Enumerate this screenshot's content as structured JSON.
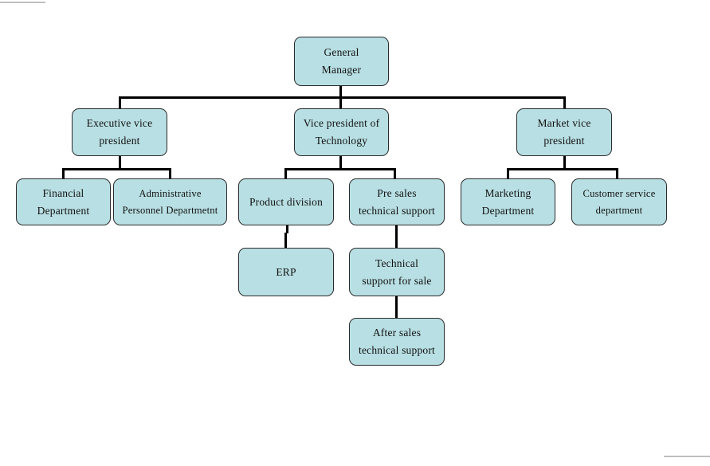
{
  "document": {
    "title": "Organizational structure chart",
    "background_color": "#ffffff",
    "node_fill_color": "#b8dfe3",
    "node_border_color": "#2b2b2b",
    "connector_color": "#000000",
    "text_color": "#111111"
  },
  "chart_data": {
    "type": "diagram",
    "diagram_type": "organization-chart",
    "orientation": "top-down",
    "title": "",
    "levels": 5,
    "node_count": 13,
    "nodes": [
      {
        "id": "general-manager",
        "lines": [
          "General",
          "Manager"
        ],
        "level": 0,
        "parent": null
      },
      {
        "id": "executive-vice-president",
        "lines": [
          "Executive vice",
          "president"
        ],
        "level": 1,
        "parent": "general-manager"
      },
      {
        "id": "vice-president-technology",
        "lines": [
          "Vice president of",
          "Technology"
        ],
        "level": 1,
        "parent": "general-manager"
      },
      {
        "id": "market-vice-president",
        "lines": [
          "Market vice",
          "president"
        ],
        "level": 1,
        "parent": "general-manager"
      },
      {
        "id": "financial-department",
        "lines": [
          "Financial",
          "Department"
        ],
        "level": 2,
        "parent": "executive-vice-president"
      },
      {
        "id": "administrative-personnel-department",
        "lines": [
          "Administrative",
          "Personnel Departmetnt"
        ],
        "level": 2,
        "parent": "executive-vice-president"
      },
      {
        "id": "product-division",
        "lines": [
          "Product division"
        ],
        "level": 2,
        "parent": "vice-president-technology"
      },
      {
        "id": "pre-sales-technical-support",
        "lines": [
          "Pre sales",
          "technical support"
        ],
        "level": 2,
        "parent": "vice-president-technology"
      },
      {
        "id": "marketing-department",
        "lines": [
          "Marketing",
          "Department"
        ],
        "level": 2,
        "parent": "market-vice-president"
      },
      {
        "id": "customer-service-department",
        "lines": [
          "Customer service",
          "department"
        ],
        "level": 2,
        "parent": "market-vice-president"
      },
      {
        "id": "erp",
        "lines": [
          "ERP"
        ],
        "level": 3,
        "parent": "product-division"
      },
      {
        "id": "technical-support-for-sale",
        "lines": [
          "Technical",
          "support for sale"
        ],
        "level": 3,
        "parent": "pre-sales-technical-support"
      },
      {
        "id": "after-sales-technical-support",
        "lines": [
          "After sales",
          "technical support"
        ],
        "level": 4,
        "parent": "technical-support-for-sale"
      }
    ],
    "edges": [
      {
        "from": "general-manager",
        "to": "executive-vice-president"
      },
      {
        "from": "general-manager",
        "to": "vice-president-technology"
      },
      {
        "from": "general-manager",
        "to": "market-vice-president"
      },
      {
        "from": "executive-vice-president",
        "to": "financial-department"
      },
      {
        "from": "executive-vice-president",
        "to": "administrative-personnel-department"
      },
      {
        "from": "vice-president-technology",
        "to": "product-division"
      },
      {
        "from": "vice-president-technology",
        "to": "pre-sales-technical-support"
      },
      {
        "from": "market-vice-president",
        "to": "marketing-department"
      },
      {
        "from": "market-vice-president",
        "to": "customer-service-department"
      },
      {
        "from": "product-division",
        "to": "erp"
      },
      {
        "from": "pre-sales-technical-support",
        "to": "technical-support-for-sale"
      },
      {
        "from": "technical-support-for-sale",
        "to": "after-sales-technical-support"
      }
    ]
  },
  "nodes": {
    "general_manager": {
      "l1": "General",
      "l2": "Manager"
    },
    "exec_vp": {
      "l1": "Executive vice",
      "l2": "president"
    },
    "vp_technology": {
      "l1": "Vice president of",
      "l2": "Technology"
    },
    "market_vp": {
      "l1": "Market vice",
      "l2": "president"
    },
    "financial_dept": {
      "l1": "Financial",
      "l2": "Department"
    },
    "admin_personnel": {
      "l1": "Administrative",
      "l2": "Personnel Departmetnt"
    },
    "product_division": {
      "l1": "Product division"
    },
    "pre_sales": {
      "l1": "Pre sales",
      "l2": "technical support"
    },
    "marketing_dept": {
      "l1": "Marketing",
      "l2": "Department"
    },
    "customer_service": {
      "l1": "Customer service",
      "l2": "department"
    },
    "erp": {
      "l1": "ERP"
    },
    "tech_support_sale": {
      "l1": "Technical",
      "l2": "support for sale"
    },
    "after_sales": {
      "l1": "After sales",
      "l2": "technical support"
    }
  }
}
